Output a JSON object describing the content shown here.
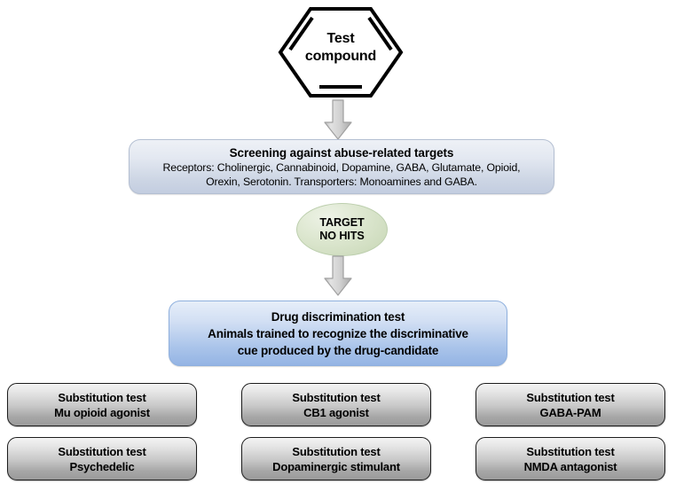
{
  "diagram": {
    "background_color": "#ffffff",
    "compound_node": {
      "icon": "benzene-ring-hexagon",
      "line1": "Test",
      "line2": "compound"
    },
    "arrows": [
      {
        "name": "arrow-compound-to-screening",
        "direction": "down",
        "color": "#d0d0d0"
      },
      {
        "name": "arrow-target-to-discrimination",
        "direction": "down",
        "color": "#d0d0d0"
      }
    ],
    "screening": {
      "title": "Screening against abuse-related targets",
      "line1": "Receptors: Cholinergic, Cannabinoid, Dopamine, GABA, Glutamate, Opioid,",
      "line2": "Orexin, Serotonin. Transporters: Monoamines and GABA.",
      "fill_color": "#d9e0ec"
    },
    "target": {
      "line1": "TARGET",
      "line2": "NO HITS",
      "fill_color": "#d5e2c6"
    },
    "discrimination": {
      "line1": "Drug discrimination test",
      "line2": "Animals trained to recognize the discriminative",
      "line3": "cue produced by the drug-candidate",
      "fill_color": "#a8c2e8"
    },
    "substitution_tests": [
      {
        "line1": "Substitution test",
        "line2": "Mu opioid agonist"
      },
      {
        "line1": "Substitution test",
        "line2": "CB1 agonist"
      },
      {
        "line1": "Substitution test",
        "line2": "GABA-PAM"
      },
      {
        "line1": "Substitution test",
        "line2": "Psychedelic"
      },
      {
        "line1": "Substitution test",
        "line2": "Dopaminergic stimulant"
      },
      {
        "line1": "Substitution test",
        "line2": "NMDA antagonist"
      }
    ]
  }
}
